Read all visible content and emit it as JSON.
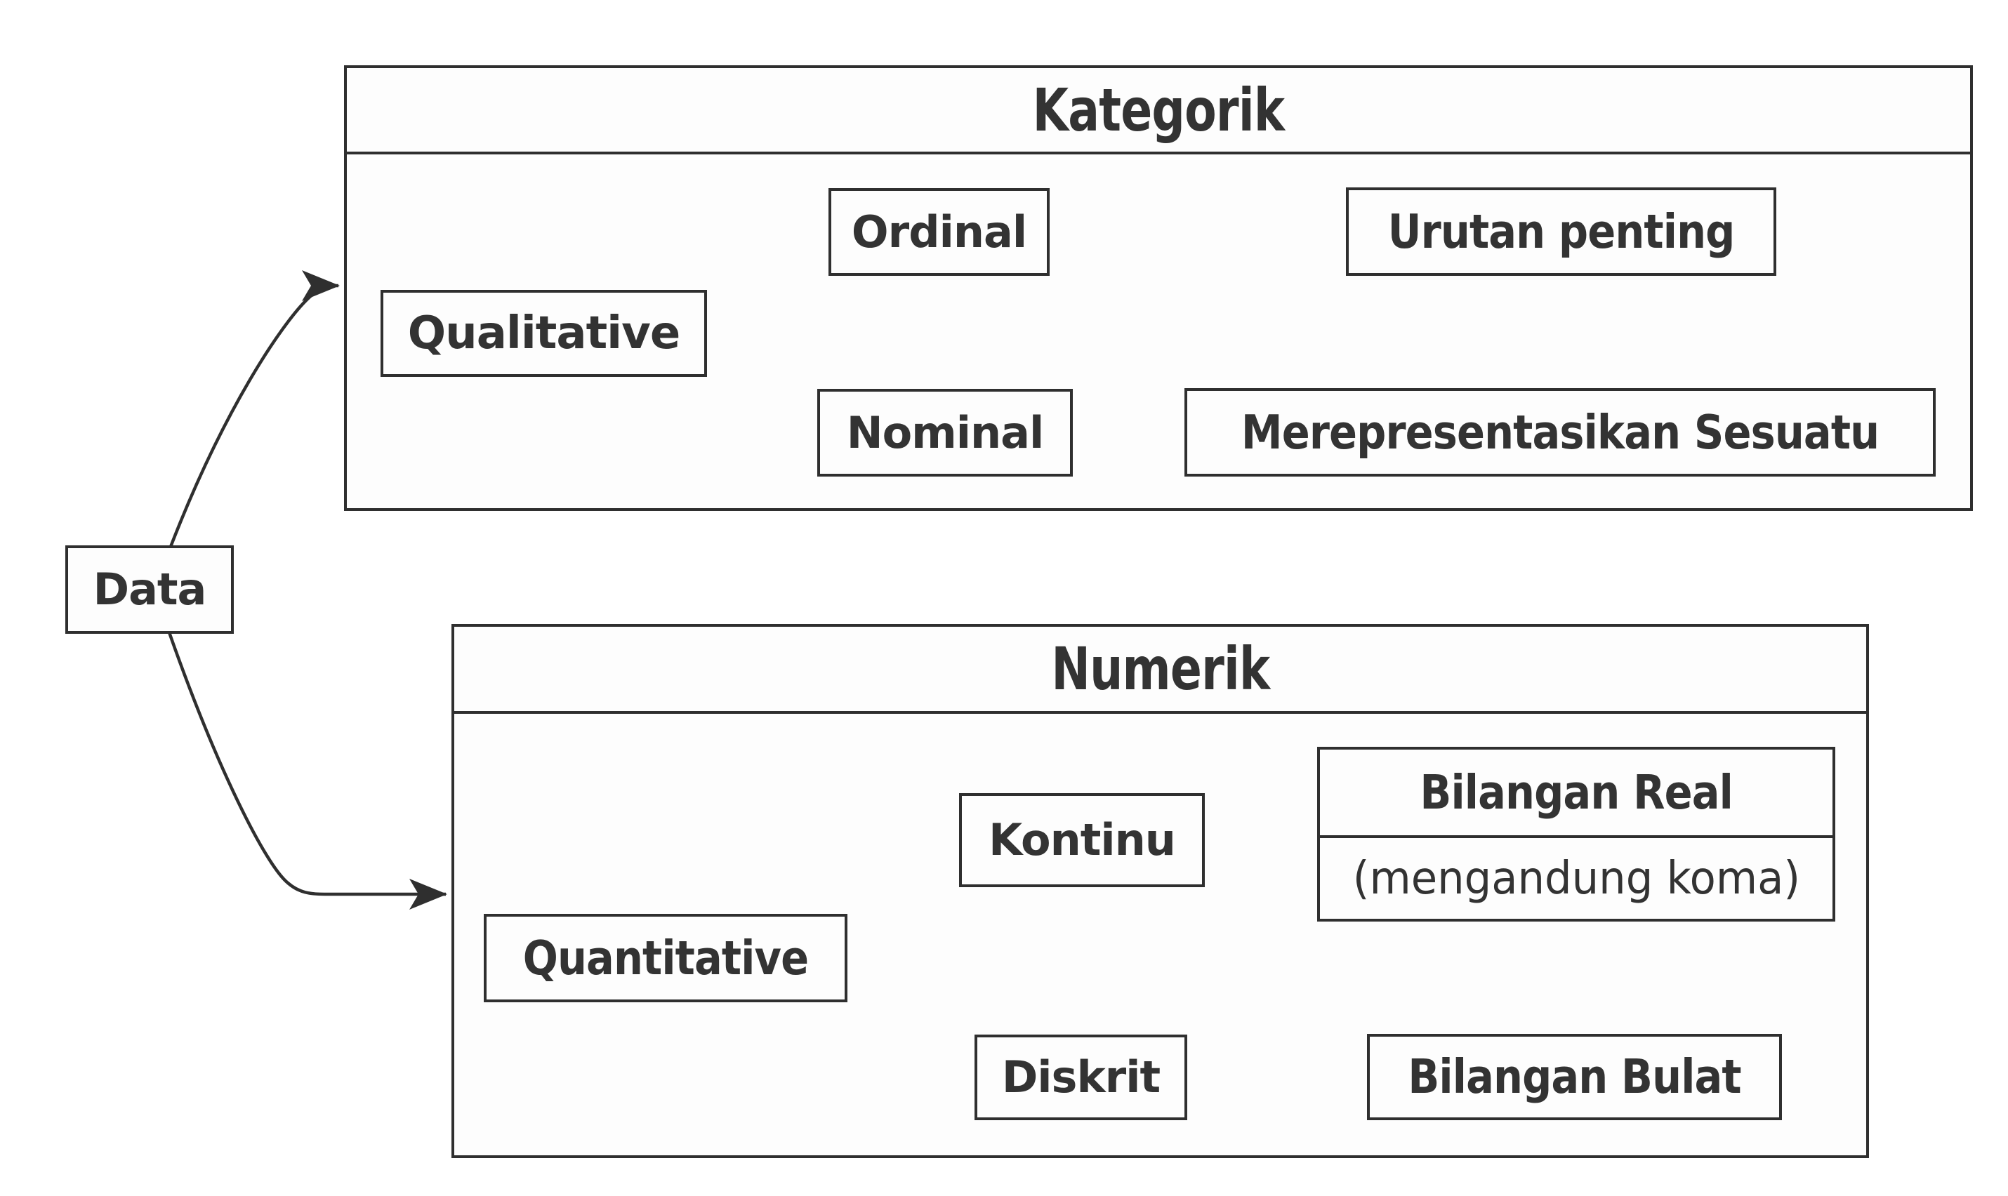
{
  "diagram": {
    "root": {
      "label": "Data"
    },
    "groups": [
      {
        "title": "Kategorik",
        "parent": {
          "label": "Qualitative"
        },
        "branches": [
          {
            "type": {
              "label": "Ordinal"
            },
            "desc": {
              "label": "Urutan penting"
            }
          },
          {
            "type": {
              "label": "Nominal"
            },
            "desc": {
              "label": "Merepresentasikan Sesuatu"
            }
          }
        ]
      },
      {
        "title": "Numerik",
        "parent": {
          "label": "Quantitative"
        },
        "branches": [
          {
            "type": {
              "label": "Kontinu"
            },
            "desc": {
              "label": "Bilangan Real",
              "sub": "(mengandung koma)"
            }
          },
          {
            "type": {
              "label": "Diskrit"
            },
            "desc": {
              "label": "Bilangan Bulat"
            }
          }
        ]
      }
    ],
    "colors": {
      "stroke": "#2f2f2f",
      "fill": "#fdfdfd",
      "text": "#333333",
      "background": "#ffffff"
    }
  }
}
